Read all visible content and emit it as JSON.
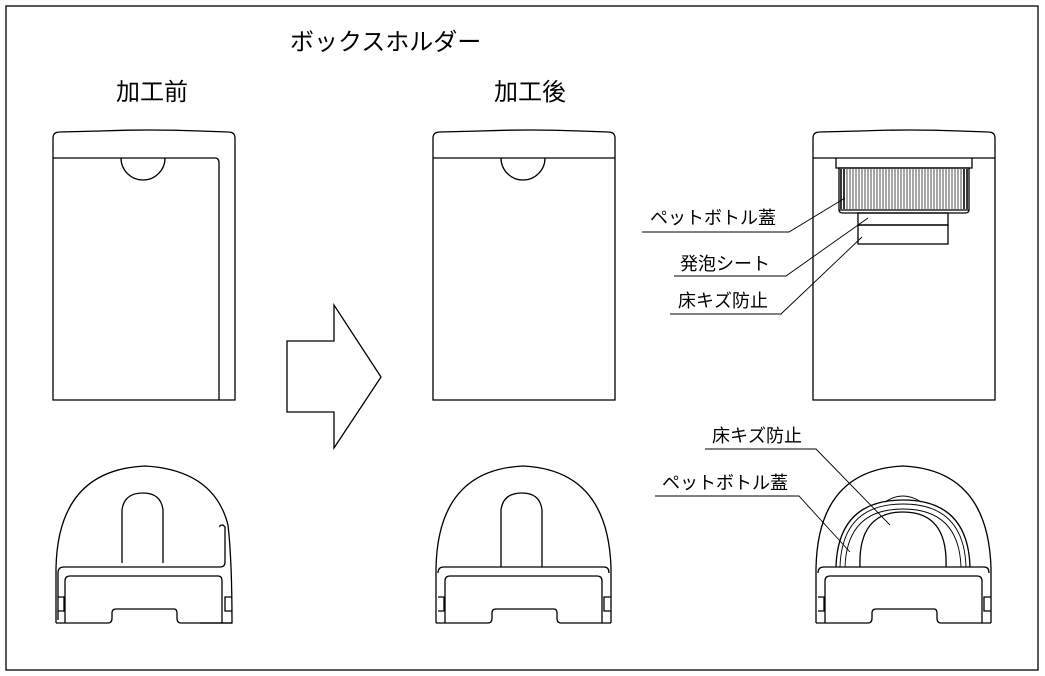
{
  "title": "ボックスホルダー",
  "sections": {
    "before": {
      "label": "加工前"
    },
    "after": {
      "label": "加工後"
    }
  },
  "callouts": {
    "side_view": [
      {
        "text": "ペットボトル蓋"
      },
      {
        "text": "発泡シート"
      },
      {
        "text": "床キズ防止"
      }
    ],
    "front_view": [
      {
        "text": "床キズ防止"
      },
      {
        "text": "ペットボトル蓋"
      }
    ]
  },
  "icons": {
    "arrow": "right-arrow-icon"
  },
  "colors": {
    "line": "#000000",
    "background": "#ffffff"
  }
}
